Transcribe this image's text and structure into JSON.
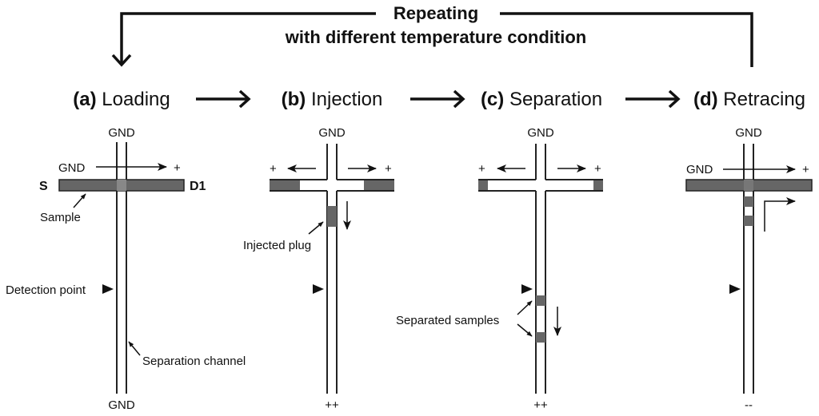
{
  "colors": {
    "sample": "#666666",
    "line": "#111111",
    "background": "#ffffff"
  },
  "title": {
    "line1": "Repeating",
    "line2": "with different temperature condition"
  },
  "steps": [
    {
      "letter": "(a)",
      "name": "Loading"
    },
    {
      "letter": "(b)",
      "name": "Injection"
    },
    {
      "letter": "(c)",
      "name": "Separation"
    },
    {
      "letter": "(d)",
      "name": "Retracing"
    }
  ],
  "panel_a": {
    "top": "GND",
    "bottom": "GND",
    "left_arrow_label": "GND",
    "right_plus": "+",
    "reservoir_left": "S",
    "reservoir_right": "D1",
    "sample_label": "Sample",
    "detection_label": "Detection point",
    "channel_label": "Separation channel"
  },
  "panel_b": {
    "top": "GND",
    "bottom": "++",
    "left_plus": "+",
    "right_plus": "+",
    "plug_label": "Injected plug"
  },
  "panel_c": {
    "top": "GND",
    "bottom": "++",
    "left_plus": "+",
    "right_plus": "+",
    "samples_label": "Separated samples"
  },
  "panel_d": {
    "top": "GND",
    "bottom": "--",
    "left_arrow_label": "GND",
    "right_plus": "+"
  }
}
